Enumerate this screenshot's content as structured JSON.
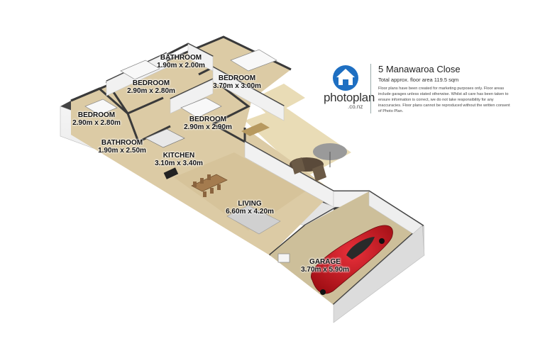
{
  "listing": {
    "address": "5 Manawaroa Close",
    "floor_area": "Total approx. floor area 119.5 sqm",
    "disclaimer": "Floor plans have been created for marketing purposes only. Floor areas include garages unless stated otherwise. Whilst all care has been taken to ensure information is correct, we do not take responsibility for any inaccuracies. Floor plans cannot be reproduced without the written consent of Photo Plan."
  },
  "brand": {
    "name": "photoplan",
    "domain": ".co.nz",
    "icon": "house-icon",
    "color": "#1e6fc2"
  },
  "rooms": [
    {
      "id": "bathroom-top",
      "name": "BATHROOM",
      "size": "1.90m x 2.00m"
    },
    {
      "id": "bedroom-upper-left",
      "name": "BEDROOM",
      "size": "2.90m x 2.80m"
    },
    {
      "id": "bedroom-top-right",
      "name": "BEDROOM",
      "size": "3.70m x 3.00m"
    },
    {
      "id": "bedroom-left",
      "name": "BEDROOM",
      "size": "2.90m x 2.80m"
    },
    {
      "id": "bedroom-middle",
      "name": "BEDROOM",
      "size": "2.90m x 2.90m"
    },
    {
      "id": "bathroom-left",
      "name": "BATHROOM",
      "size": "1.90m x 2.50m"
    },
    {
      "id": "kitchen",
      "name": "KITCHEN",
      "size": "3.10m x 3.40m"
    },
    {
      "id": "living",
      "name": "LIVING",
      "size": "6.60m x 4.20m"
    },
    {
      "id": "garage",
      "name": "GARAGE",
      "size": "3.70m x 5.90m"
    }
  ],
  "colors": {
    "floor": "#d9c9a3",
    "wall_top": "#3a3a3a",
    "wall_face": "#eeeeee",
    "deck": "#e6d7b0",
    "garage_floor": "#cdbf9a",
    "car": "#c4121a"
  }
}
